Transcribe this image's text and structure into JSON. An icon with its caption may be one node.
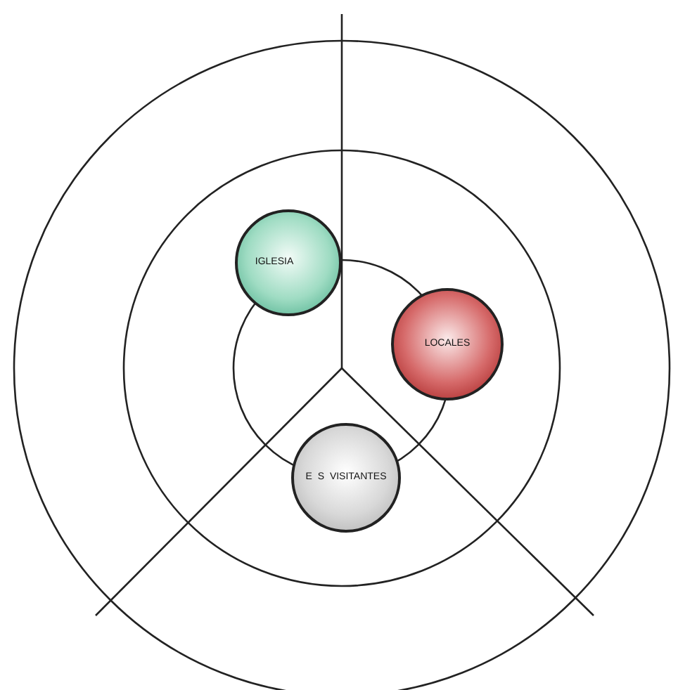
{
  "diagram": {
    "nodes": [
      {
        "text": [
          "IGLESIA"
        ]
      },
      {
        "text": [
          "LOCALES"
        ]
      },
      {
        "text": [
          "E S VISITANTES"
        ]
      }
    ]
  }
}
